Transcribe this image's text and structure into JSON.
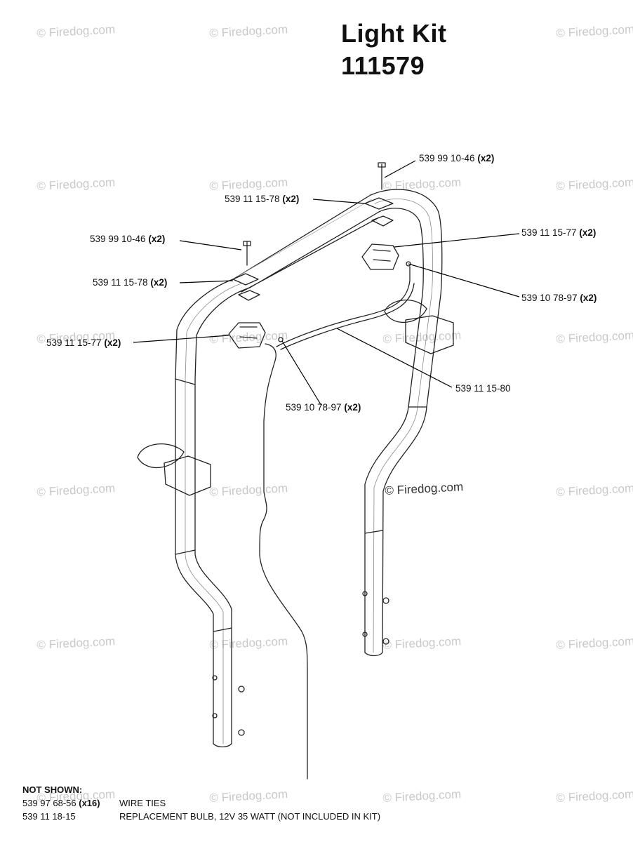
{
  "title": {
    "line1": "Light Kit",
    "line2": "111579"
  },
  "watermark": "© Firedog.com",
  "watermark_diagram": "© Firedog.com",
  "callouts": [
    {
      "part": "539 99 10-46",
      "qty": "(x2)"
    },
    {
      "part": "539 11 15-78",
      "qty": "(x2)"
    },
    {
      "part": "539 11 15-77",
      "qty": "(x2)"
    },
    {
      "part": "539 99 10-46",
      "qty": "(x2)"
    },
    {
      "part": "539 11 15-78",
      "qty": "(x2)"
    },
    {
      "part": "539 10 78-97",
      "qty": "(x2)"
    },
    {
      "part": "539 11 15-77",
      "qty": "(x2)"
    },
    {
      "part": "539 11 15-80",
      "qty": ""
    },
    {
      "part": "539 10 78-97",
      "qty": "(x2)"
    }
  ],
  "not_shown": {
    "heading": "NOT SHOWN:",
    "items": [
      {
        "part": "539 97 68-56",
        "qty": "(x16)",
        "desc": "WIRE TIES"
      },
      {
        "part": "539 11 18-15",
        "qty": "",
        "desc": "REPLACEMENT BULB, 12V 35 WATT (NOT INCLUDED IN KIT)"
      }
    ]
  }
}
